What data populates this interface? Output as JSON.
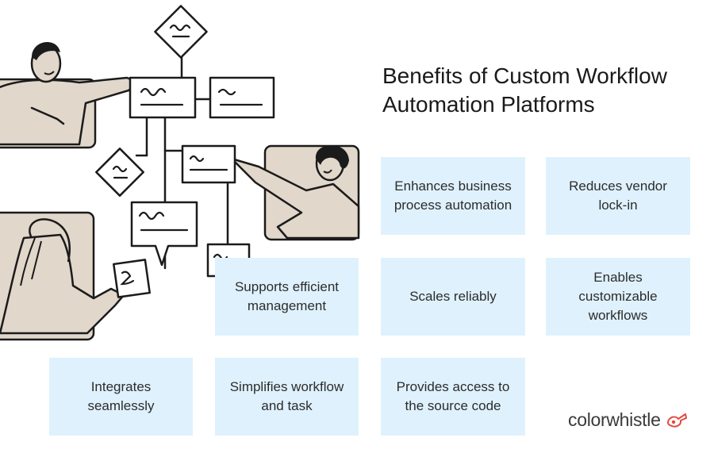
{
  "title": {
    "line1": "Benefits of Custom Workflow",
    "line2": "Automation Platforms"
  },
  "benefits": [
    "Enhances business process automation",
    "Reduces vendor lock-in",
    "Supports efficient management",
    "Scales reliably",
    "Enables customizable workflows",
    "Integrates seamlessly",
    "Simplifies workflow and task",
    "Provides access to the source code"
  ],
  "logo": {
    "part1": "color",
    "part2": "whistle"
  },
  "colors": {
    "card_background": "#dff1fd",
    "illustration_tan": "#e1d7ca",
    "logo_accent": "#e5483f"
  }
}
